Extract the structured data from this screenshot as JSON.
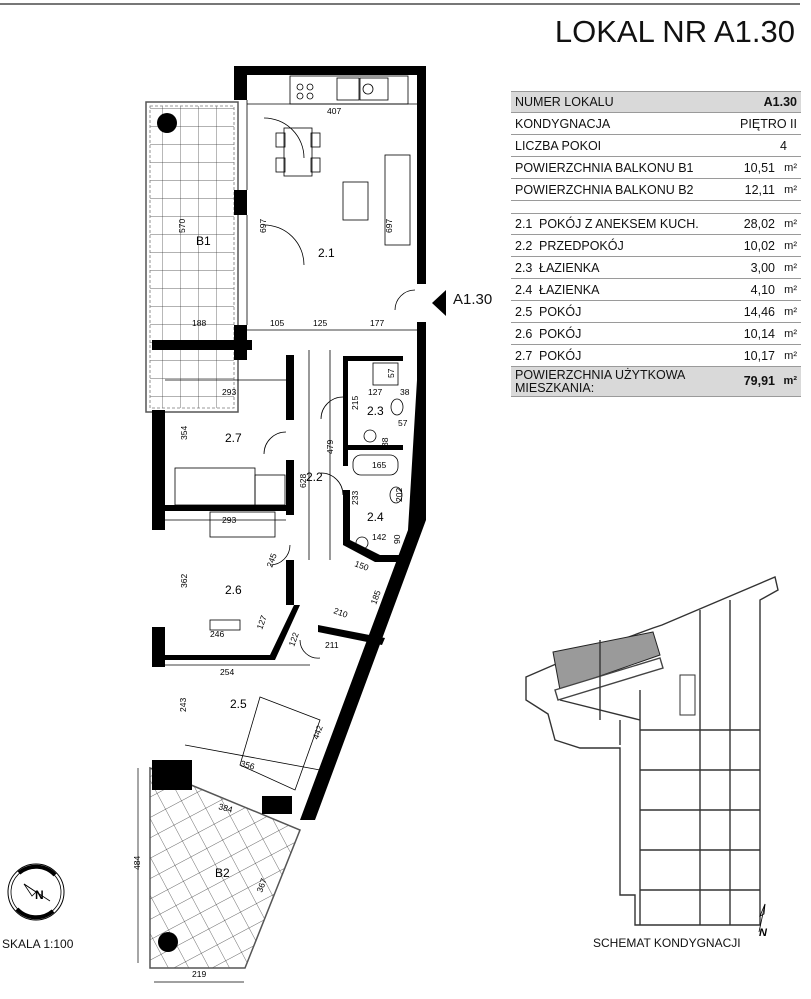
{
  "header": {
    "title": "LOKAL NR A1.30"
  },
  "info_table": {
    "rows": [
      {
        "label": "NUMER LOKALU",
        "value": "A1.30",
        "unit": "",
        "shaded": true,
        "bold": true
      },
      {
        "label": "KONDYGNACJA",
        "value": "PIĘTRO II",
        "unit": ""
      },
      {
        "label": "LICZBA POKOI",
        "value": "4",
        "unit": ""
      },
      {
        "label": "POWIERZCHNIA BALKONU B1",
        "value": "10,51",
        "unit": "m²"
      },
      {
        "label": "POWIERZCHNIA BALKONU B2",
        "value": "12,11",
        "unit": "m²"
      }
    ]
  },
  "rooms_table": {
    "rows": [
      {
        "num": "2.1",
        "name": "POKÓJ Z ANEKSEM  KUCH.",
        "area": "28,02",
        "unit": "m²"
      },
      {
        "num": "2.2",
        "name": "PRZEDPOKÓJ",
        "area": "10,02",
        "unit": "m²"
      },
      {
        "num": "2.3",
        "name": "ŁAZIENKA",
        "area": "3,00",
        "unit": "m²"
      },
      {
        "num": "2.4",
        "name": "ŁAZIENKA",
        "area": "4,10",
        "unit": "m²"
      },
      {
        "num": "2.5",
        "name": "POKÓJ",
        "area": "14,46",
        "unit": "m²"
      },
      {
        "num": "2.6",
        "name": "POKÓJ",
        "area": "10,14",
        "unit": "m²"
      },
      {
        "num": "2.7",
        "name": "POKÓJ",
        "area": "10,17",
        "unit": "m²"
      }
    ],
    "total": {
      "label": "POWIERZCHNIA UŻYTKOWA MIESZKANIA:",
      "value": "79,91",
      "unit": "m²"
    }
  },
  "plan": {
    "entry_label": "A1.30",
    "room_labels": {
      "r21": "2.1",
      "r22": "2.2",
      "r23": "2.3",
      "r24": "2.4",
      "r25": "2.5",
      "r26": "2.6",
      "r27": "2.7",
      "b1": "B1",
      "b2": "B2"
    },
    "dimensions": {
      "d407": "407",
      "d697a": "697",
      "d697b": "697",
      "d570": "570",
      "d188": "188",
      "d105": "105",
      "d125": "125",
      "d177": "177",
      "d293a": "293",
      "d354": "354",
      "d293b": "293",
      "d628": "628",
      "d479": "479",
      "d215": "215",
      "d57a": "57",
      "d127a": "127",
      "d38a": "38",
      "d57b": "57",
      "d38b": "38",
      "d165": "165",
      "d233": "233",
      "d202": "202",
      "d142": "142",
      "d90": "90",
      "d150": "150",
      "d245": "245",
      "d362": "362",
      "d127b": "127",
      "d246": "246",
      "d210": "210",
      "d185": "185",
      "d122": "122",
      "d211": "211",
      "d254": "254",
      "d243": "243",
      "d442": "442",
      "d356": "356",
      "d384": "384",
      "d484": "484",
      "d367": "367",
      "d219": "219"
    },
    "scale_label": "SKALA 1:100",
    "compass": "N"
  },
  "schematic": {
    "label": "SCHEMAT KONDYGNACJI",
    "north": "N"
  }
}
